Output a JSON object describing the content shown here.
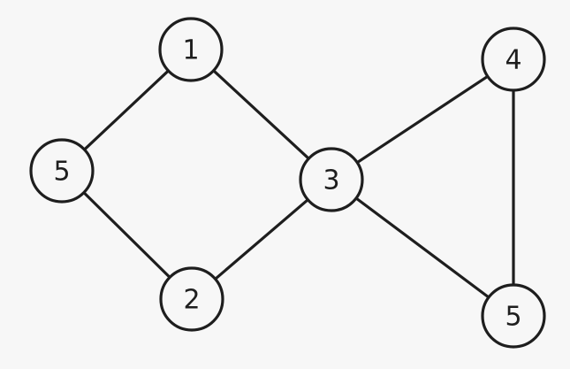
{
  "diagram": {
    "nodes": [
      {
        "id": "n1",
        "label": "1"
      },
      {
        "id": "n5a",
        "label": "5"
      },
      {
        "id": "n2",
        "label": "2"
      },
      {
        "id": "n3",
        "label": "3"
      },
      {
        "id": "n4",
        "label": "4"
      },
      {
        "id": "n5b",
        "label": "5"
      }
    ],
    "edges": [
      {
        "from": "n1",
        "to": "n5a"
      },
      {
        "from": "n1",
        "to": "n3"
      },
      {
        "from": "n5a",
        "to": "n2"
      },
      {
        "from": "n2",
        "to": "n3"
      },
      {
        "from": "n3",
        "to": "n4"
      },
      {
        "from": "n3",
        "to": "n5b"
      },
      {
        "from": "n4",
        "to": "n5b"
      }
    ],
    "colors": {
      "stroke": "#1e1e1e",
      "background": "#f7f7f7"
    }
  }
}
